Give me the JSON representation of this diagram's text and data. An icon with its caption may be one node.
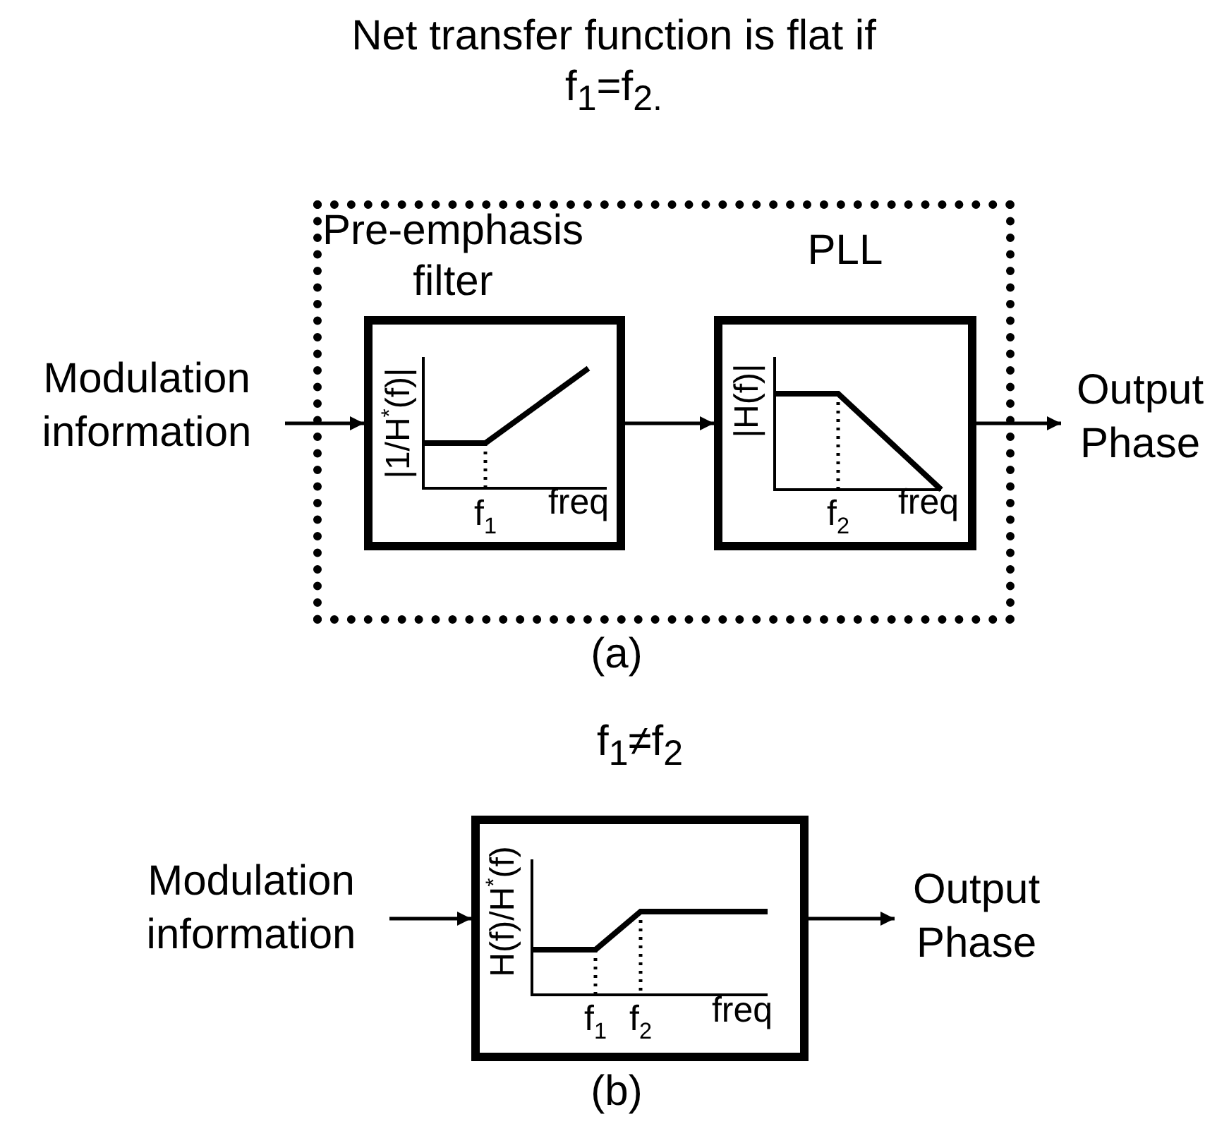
{
  "diagram": {
    "nodes": [
      {
        "text": [
          "Net transfer function is flat if f$_{1}$=f$_{2.}$"
        ]
      },
      {
        "text": [
          "Modulation information"
        ]
      },
      {
        "text": [
          "Pre-emphasis filter",
          "|1/H$^{*}$(f)|",
          "f$_{1}$",
          "freq"
        ],
        "in": 0
      },
      {
        "text": [
          "PLL",
          "|H(f)|",
          "f$_{2}$",
          "freq"
        ],
        "in": 0
      },
      {
        "text": [
          "Output Phase"
        ]
      },
      {
        "text": [
          "Modulation information"
        ]
      },
      {
        "text": [
          "f$_{1}$≠f$_{2}$",
          "H(f)/H$^{*}$(f)",
          "f$_{1}$",
          "f$_{2}$",
          "freq"
        ]
      },
      {
        "text": [
          "Output Phase"
        ]
      }
    ],
    "edges": [
      {
        "from": 1,
        "to": 2,
        "arrow": "to"
      },
      {
        "from": 2,
        "to": 3,
        "arrow": "to"
      },
      {
        "from": 3,
        "to": 4,
        "arrow": "to"
      },
      {
        "from": 5,
        "to": 6,
        "arrow": "to"
      },
      {
        "from": 6,
        "to": 7,
        "arrow": "to"
      }
    ],
    "labels": [
      "(a)",
      "(b)"
    ]
  }
}
